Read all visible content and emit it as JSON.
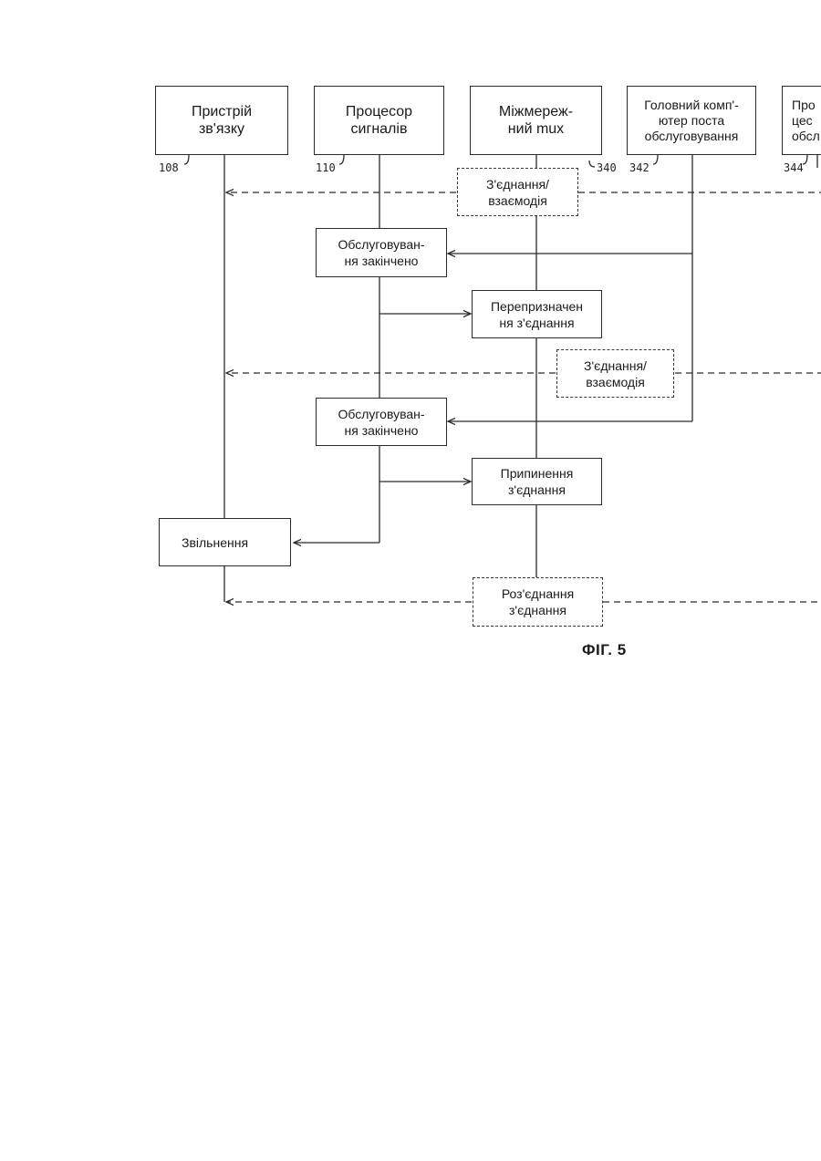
{
  "diagram": {
    "participants": [
      {
        "id": "comm",
        "label": "Пристрій\nзв'язку",
        "ref": "108"
      },
      {
        "id": "sig",
        "label": "Процесор\nсигналів",
        "ref": "110"
      },
      {
        "id": "mux",
        "label": "Міжмереж-\nний mux",
        "ref": "340"
      },
      {
        "id": "host",
        "label": "Головний комп'-\nютер поста\nобслуговування",
        "ref": "342"
      },
      {
        "id": "proc",
        "label": "Про\nцес\nобсл",
        "ref": "344"
      }
    ],
    "steps": {
      "connection_interaction_1": "З'єднання/\nвзаємодія",
      "service_done_1": "Обслуговуван-\nня закінчено",
      "reassign_connection": "Перепризначен\nня з'єднання",
      "connection_interaction_2": "З'єднання/\nвзаємодія",
      "service_done_2": "Обслуговуван-\nня закінчено",
      "terminate_connection": "Припинення\nз'єднання",
      "release": "Звільнення",
      "disconnect_connection": "Роз'єднання\nз'єднання"
    },
    "caption": "ФІГ. 5"
  }
}
